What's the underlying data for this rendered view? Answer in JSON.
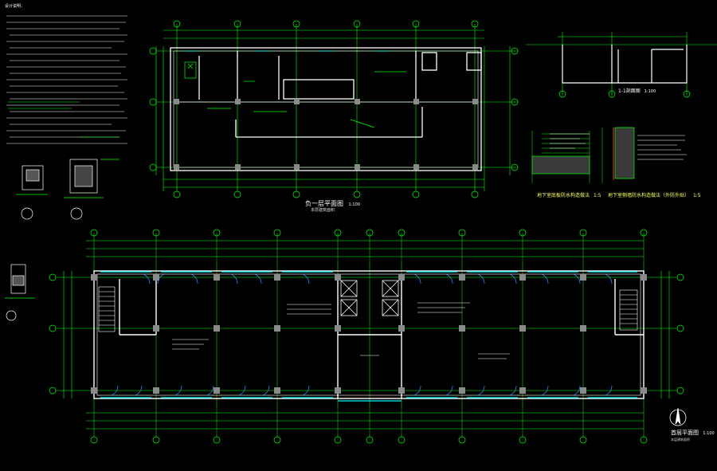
{
  "drawing": {
    "upper_plan_title": "负一层平面图",
    "upper_plan_scale": "1:100",
    "upper_plan_subtitle": "本层建筑面积",
    "section_title": "1-1剖面图",
    "section_scale": "1:100",
    "detail1_title": "地下室底板防水构造做法",
    "detail1_scale": "1:5",
    "detail2_title": "地下室侧墙防水构造做法（外防外贴）",
    "detail2_scale": "1:5",
    "main_plan_title": "首层平面图",
    "main_plan_scale": "1:100",
    "main_plan_subtitle": "本层建筑面积",
    "notes_title": "设计说明："
  },
  "colors": {
    "background": "#000000",
    "wall": "#ffffff",
    "dim": "#00ff00",
    "window": "#00ffff",
    "door": "#33ccff",
    "text": "#ffffff",
    "column": "#808080"
  }
}
